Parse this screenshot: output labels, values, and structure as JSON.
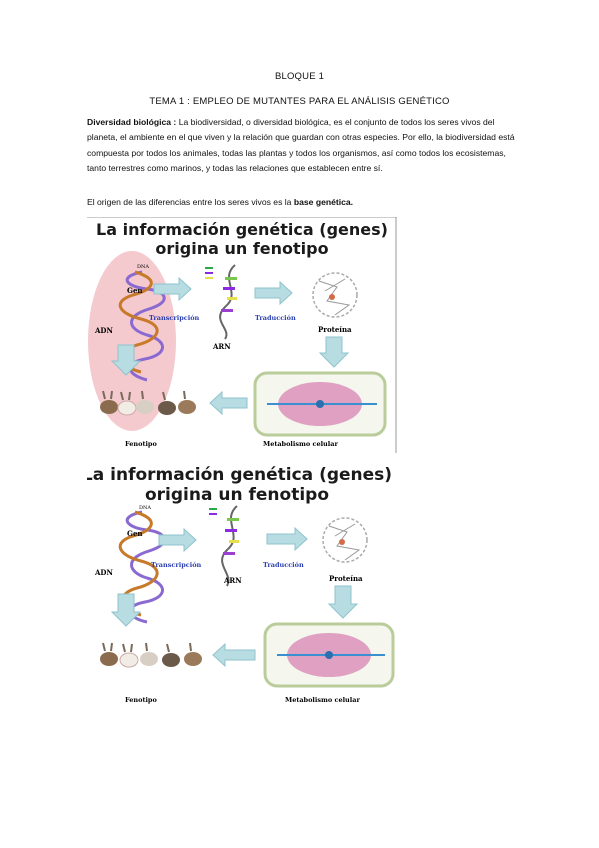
{
  "header": {
    "bloque": "BLOQUE 1",
    "tema": "TEMA 1 : EMPLEO DE MUTANTES PARA EL ANÁLISIS GENÉTICO"
  },
  "paragraph1": {
    "term": "Diversidad biológica :",
    "text": " La biodiversidad, o diversidad biológica, es el conjunto de todos los seres vivos del planeta, el ambiente en el que viven y la relación que guardan con otras especies. Por ello, la biodiversidad está compuesta por todos los animales, todas las plantas y todos los organismos, así como todos los ecosistemas, tanto terrestres como marinos, y todas las relaciones que establecen entre sí."
  },
  "paragraph2": {
    "text": "El origen de las diferencias entre los seres vivos es la ",
    "bold": "base genética."
  },
  "figure": {
    "title_line1": "La información genética (genes)",
    "title_line2": "origina un fenotipo",
    "labels": {
      "dna": "DNA",
      "gen": "Gen",
      "adn": "ADN",
      "transcripcion": "Transcripción",
      "arn": "ARN",
      "traduccion": "Traducción",
      "proteina": "Proteína",
      "fenotipo": "Fenotipo",
      "metabolismo": "Metabolismo celular"
    }
  },
  "colors": {
    "arrow": "#b7dde3",
    "arrow_stroke": "#8fc3cc",
    "highlight": "#f2b8be",
    "blue_label": "#2a3fb0",
    "cell_border": "#b9cc9a",
    "cell_fill": "#d98ab6"
  }
}
